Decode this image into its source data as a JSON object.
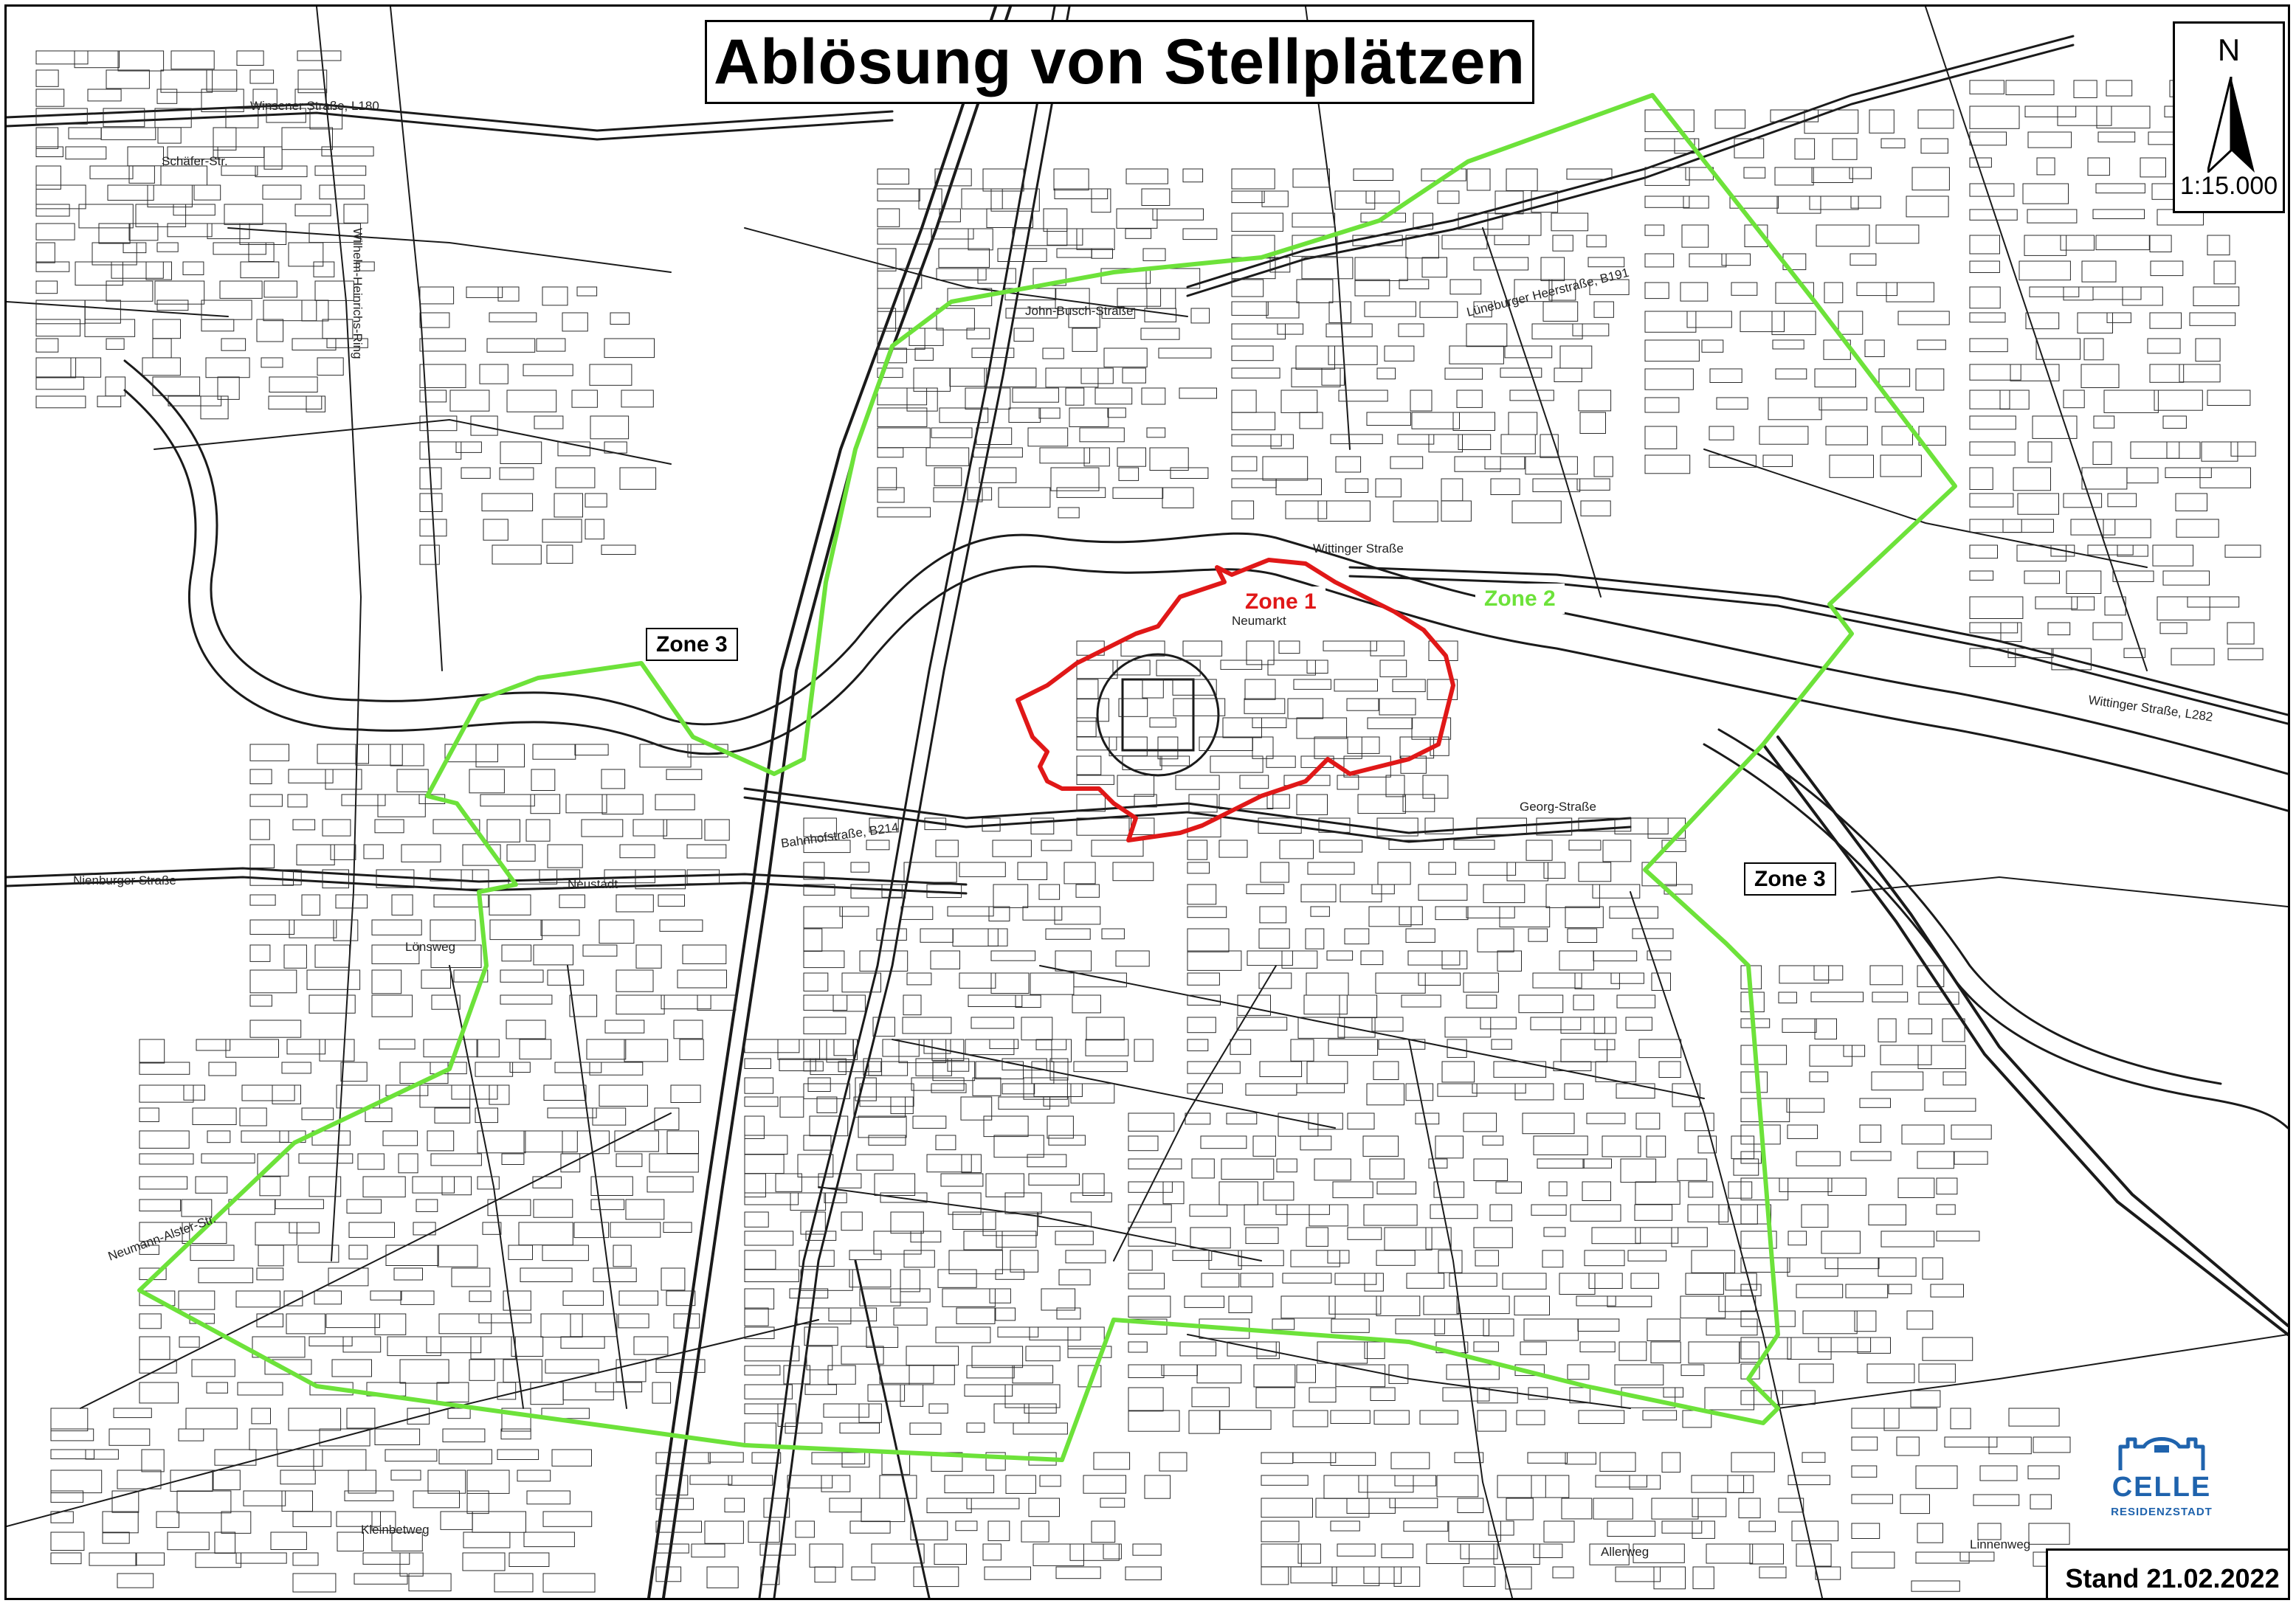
{
  "title": "Ablösung von Stellplätzen",
  "north": {
    "letter": "N",
    "icon": "north-arrow-icon"
  },
  "scale": "1:15.000",
  "zones": [
    {
      "id": "zone-1",
      "label": "Zone 1",
      "color": "#e01818"
    },
    {
      "id": "zone-2",
      "label": "Zone 2",
      "color": "#6de23a"
    },
    {
      "id": "zone-3-west",
      "label": "Zone 3"
    },
    {
      "id": "zone-3-east",
      "label": "Zone 3"
    }
  ],
  "boundary_colors": {
    "zone1": "#e01818",
    "zone2": "#6de23a",
    "roads": "#1a1a1a"
  },
  "logo": {
    "name": "CELLE",
    "subtitle": "RESIDENZSTADT",
    "color": "#1f63ad",
    "icon": "celle-castle-icon"
  },
  "stand": "Stand 21.02.2022",
  "street_labels": [
    "Winsener Straße, L180",
    "Schäfer-Str.",
    "Wilhelm-Heinrichs-Ring",
    "John-Busch-Straße",
    "Lüneburger Heerstraße, B191",
    "Wittinger Straße",
    "Wittinger Straße, L282",
    "Neumarkt",
    "Nienburger Straße",
    "Neustadt",
    "Bahnhofstraße, B214",
    "Lönsweg",
    "Neumann-Alster-Str.",
    "Georg-Straße",
    "Kleinbetweg",
    "Allerweg",
    "Linnenweg"
  ]
}
